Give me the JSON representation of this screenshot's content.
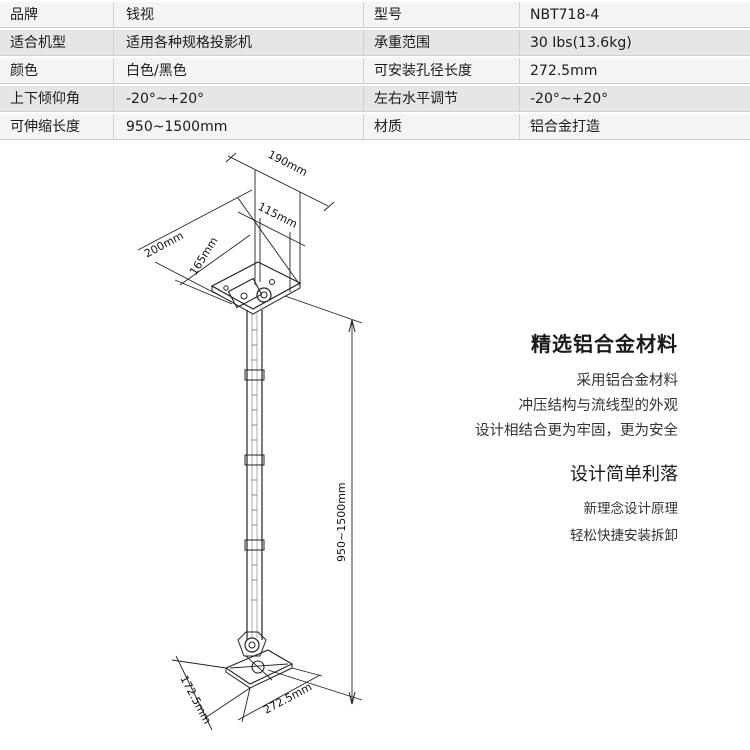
{
  "spec_table": {
    "rows": [
      {
        "label_a": "品牌",
        "value_a": "钱视",
        "label_b": "型号",
        "value_b": "NBT718-4"
      },
      {
        "label_a": "适合机型",
        "value_a": "适用各种规格投影机",
        "label_b": "承重范围",
        "value_b": "30 Ibs(13.6kg)"
      },
      {
        "label_a": "颜色",
        "value_a": "白色/黑色",
        "label_b": "可安装孔径长度",
        "value_b": "272.5mm"
      },
      {
        "label_a": "上下倾仰角",
        "value_a": "-20°~+20°",
        "label_b": "左右水平调节",
        "value_b": "-20°~+20°"
      },
      {
        "label_a": "可伸缩长度",
        "value_a": "950~1500mm",
        "label_b": "材质",
        "value_b": "铝合金打造"
      }
    ]
  },
  "dimensions": {
    "top_width": "190mm",
    "inner_width": "115mm",
    "plate_length": "200mm",
    "plate_depth": "165mm",
    "pole_length": "950~1500mm",
    "base_a": "172.5mm",
    "base_b": "272.5mm"
  },
  "features": {
    "heading1": "精选铝合金材料",
    "lines1": [
      "采用铝合金材料",
      "冲压结构与流线型的外观",
      "设计相结合更为牢固，更为安全"
    ],
    "heading2": "设计简单利落",
    "lines2": [
      "新理念设计原理",
      "轻松快捷安装拆卸"
    ]
  }
}
